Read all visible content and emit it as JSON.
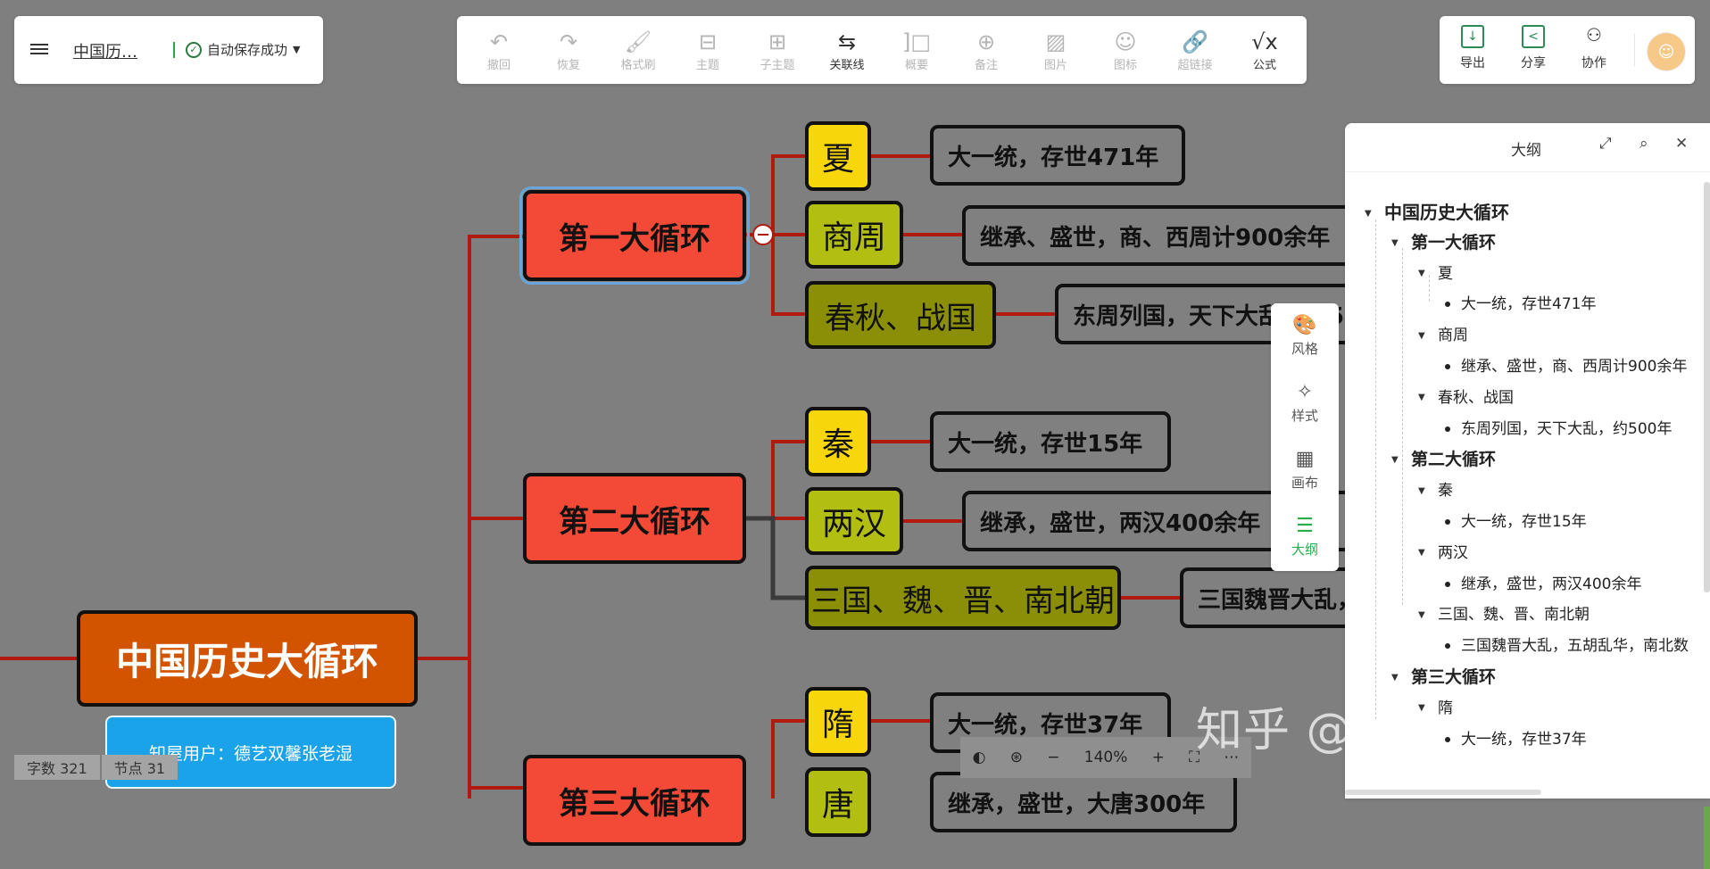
{
  "file": {
    "name": "中国历…",
    "save_status": "自动保存成功"
  },
  "toolbar": [
    {
      "label": "撤回",
      "icon": "undo-icon",
      "glyph": "↶",
      "active": false
    },
    {
      "label": "恢复",
      "icon": "redo-icon",
      "glyph": "↷",
      "active": false
    },
    {
      "label": "格式刷",
      "icon": "format-brush-icon",
      "glyph": "🖌",
      "active": false
    },
    {
      "label": "主题",
      "icon": "topic-icon",
      "glyph": "⊟",
      "active": false
    },
    {
      "label": "子主题",
      "icon": "subtopic-icon",
      "glyph": "⊞",
      "active": false
    },
    {
      "label": "关联线",
      "icon": "relation-line-icon",
      "glyph": "⇆",
      "active": true
    },
    {
      "label": "概要",
      "icon": "summary-icon",
      "glyph": "]□",
      "active": false
    },
    {
      "label": "备注",
      "icon": "note-icon",
      "glyph": "⊕",
      "active": false
    },
    {
      "label": "图片",
      "icon": "image-icon",
      "glyph": "▨",
      "active": false
    },
    {
      "label": "图标",
      "icon": "emoji-icon",
      "glyph": "☺",
      "active": false
    },
    {
      "label": "超链接",
      "icon": "link-icon",
      "glyph": "🔗",
      "active": false
    },
    {
      "label": "公式",
      "icon": "formula-icon",
      "glyph": "√x",
      "active": true
    }
  ],
  "actions": {
    "export": "导出",
    "share": "分享",
    "collab": "协作"
  },
  "mindmap": {
    "root": "中国历史大循环",
    "cycles": [
      "第一大循环",
      "第二大循环",
      "第三大循环"
    ],
    "dynasties": [
      "夏",
      "商周",
      "春秋、战国",
      "秦",
      "两汉",
      "三国、魏、晋、南北朝",
      "隋",
      "唐"
    ],
    "descs": [
      "大一统，存世471年",
      "继承、盛世，商、西周计900余年",
      "东周列国，天下大乱，约500年",
      "大一统，存世15年",
      "继承，盛世，两汉400余年",
      "三国魏晋大乱，五胡乱华，南北朝",
      "大一统，存世37年",
      "继承，盛世，大唐300年"
    ]
  },
  "user_badge": "知屋用户：德艺双馨张老湿",
  "stats": {
    "words": "字数 321",
    "nodes": "节点 31"
  },
  "zoom": "140%",
  "watermark": "知乎 @费先生爱思考",
  "rail": [
    {
      "label": "风格",
      "icon": "palette-icon",
      "glyph": "🎨",
      "active": false
    },
    {
      "label": "样式",
      "icon": "magic-style-icon",
      "glyph": "✧",
      "active": false
    },
    {
      "label": "画布",
      "icon": "canvas-icon",
      "glyph": "▦",
      "active": false
    },
    {
      "label": "大纲",
      "icon": "outline-icon",
      "glyph": "☰",
      "active": true
    }
  ],
  "outline": {
    "title": "大纲",
    "items": [
      {
        "text": "中国历史大循环",
        "level": 0,
        "bullet": "tri"
      },
      {
        "text": "第一大循环",
        "level": 1,
        "bullet": "tri"
      },
      {
        "text": "夏",
        "level": 2,
        "bullet": "tri"
      },
      {
        "text": "大一统，存世471年",
        "level": 3,
        "bullet": "dot"
      },
      {
        "text": "商周",
        "level": 2,
        "bullet": "tri"
      },
      {
        "text": "继承、盛世，商、西周计900余年",
        "level": 3,
        "bullet": "dot"
      },
      {
        "text": "春秋、战国",
        "level": 2,
        "bullet": "tri"
      },
      {
        "text": "东周列国，天下大乱，约500年",
        "level": 3,
        "bullet": "dot"
      },
      {
        "text": "第二大循环",
        "level": 1,
        "bullet": "tri"
      },
      {
        "text": "秦",
        "level": 2,
        "bullet": "tri"
      },
      {
        "text": "大一统，存世15年",
        "level": 3,
        "bullet": "dot"
      },
      {
        "text": "两汉",
        "level": 2,
        "bullet": "tri"
      },
      {
        "text": "继承，盛世，两汉400余年",
        "level": 3,
        "bullet": "dot"
      },
      {
        "text": "三国、魏、晋、南北朝",
        "level": 2,
        "bullet": "tri"
      },
      {
        "text": "三国魏晋大乱，五胡乱华，南北数",
        "level": 3,
        "bullet": "dot"
      },
      {
        "text": "第三大循环",
        "level": 1,
        "bullet": "tri"
      },
      {
        "text": "隋",
        "level": 2,
        "bullet": "tri"
      },
      {
        "text": "大一统，存世37年",
        "level": 3,
        "bullet": "dot"
      }
    ]
  },
  "colors": {
    "root": "#d35400",
    "cycle": "#f34a37",
    "yellow": "#f7d60c",
    "lime": "#b2be12",
    "olive": "#8a8f05",
    "line": "#b01a0f",
    "accent": "#25b04a"
  }
}
